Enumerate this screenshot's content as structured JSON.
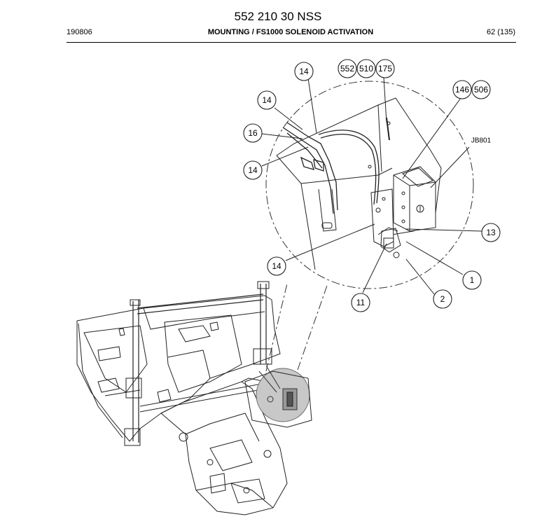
{
  "header": {
    "doc_number": "552 210 30 NSS",
    "date_code": "190806",
    "section_title": "MOUNTING / FS1000 SOLENOID ACTIVATION",
    "page_ref": "62 (135)"
  },
  "callouts": {
    "c14a": "14",
    "c14b": "14",
    "c14c": "14",
    "c14d": "14",
    "c16": "16",
    "c552": "552",
    "c510": "510",
    "c175": "175",
    "c146": "146",
    "c506": "506",
    "jb": "JB801",
    "c13": "13",
    "c1": "1",
    "c2": "2",
    "c11": "11"
  }
}
